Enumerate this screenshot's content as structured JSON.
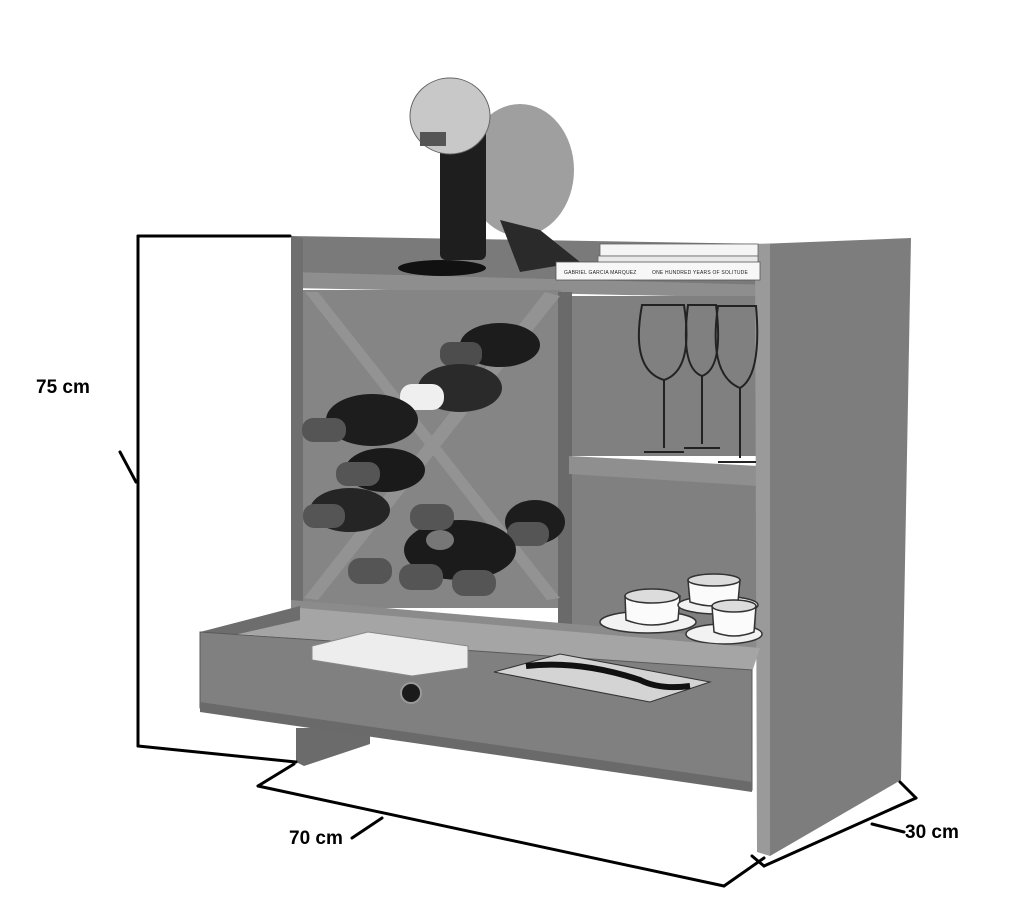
{
  "dimensions": {
    "height": "75 cm",
    "width": "70 cm",
    "depth": "30 cm"
  },
  "books": {
    "top_author": "GABRIEL GARCIA MARQUEZ",
    "top_title": "ONE HUNDRED YEARS OF SOLITUDE"
  },
  "colors": {
    "cabinet": "#7b7b7b",
    "cabinet_dark": "#5e5e5e",
    "cabinet_light": "#8d8d8d",
    "line": "#000000"
  }
}
